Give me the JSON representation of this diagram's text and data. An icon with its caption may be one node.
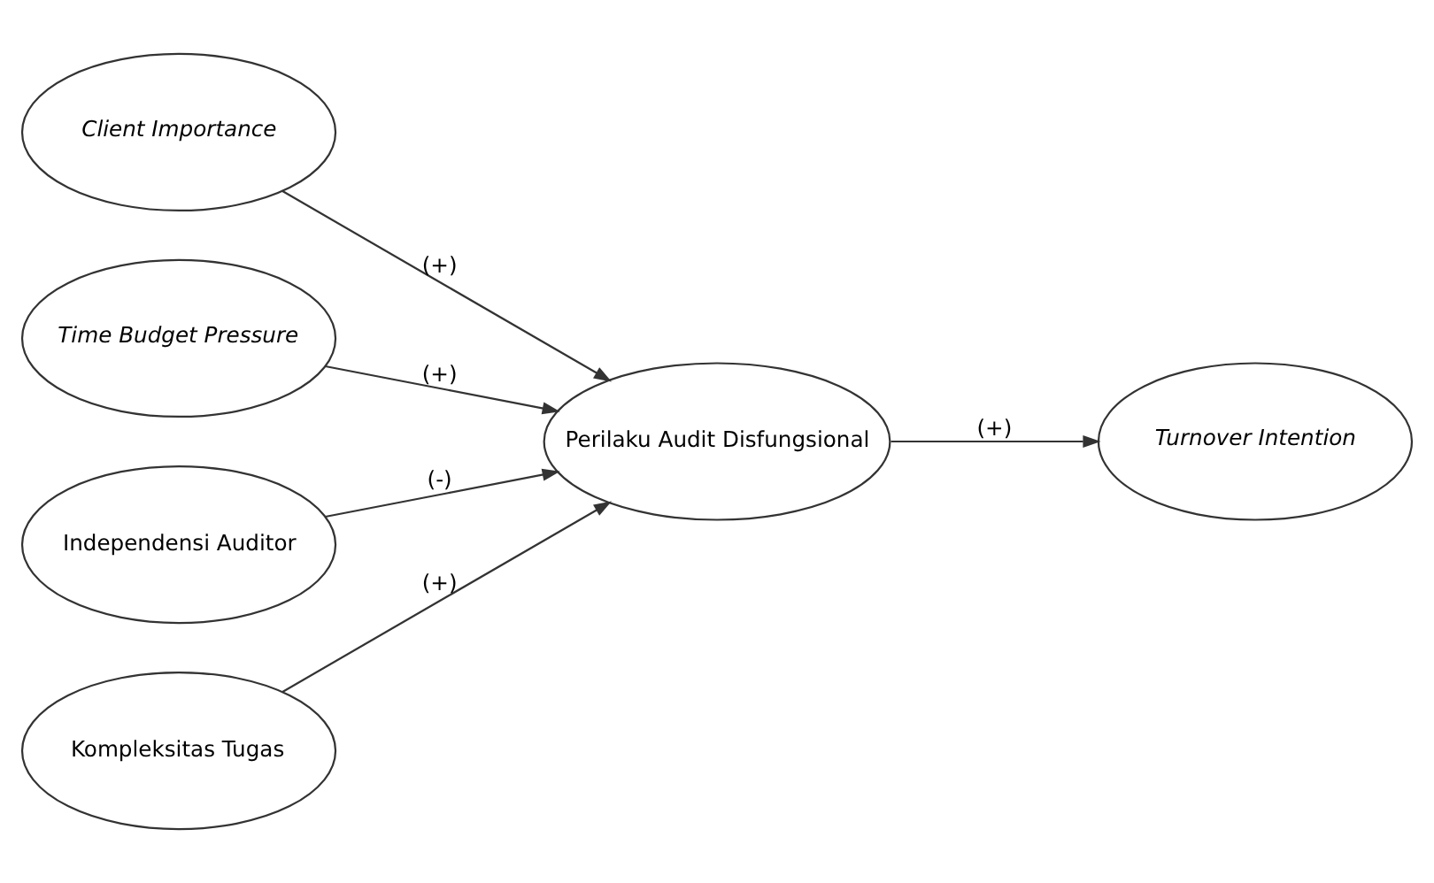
{
  "diagram": {
    "nodes": [
      {
        "text": [
          "Client Importance"
        ]
      },
      {
        "text": [
          "Time Budget Pressure"
        ]
      },
      {
        "text": [
          "Independensi Auditor"
        ]
      },
      {
        "text": [
          "Kompleksitas Tugas"
        ]
      },
      {
        "text": [
          "Perilaku Audit Disfungsional"
        ]
      },
      {
        "text": [
          "Turnover Intention"
        ]
      }
    ],
    "edges": [
      {
        "from": 0,
        "to": 4,
        "arrow": "to",
        "label": "(+)"
      },
      {
        "from": 1,
        "to": 4,
        "arrow": "to",
        "label": "(+)"
      },
      {
        "from": 2,
        "to": 4,
        "arrow": "to",
        "label": "(-)"
      },
      {
        "from": 3,
        "to": 4,
        "arrow": "to",
        "label": "(+)"
      },
      {
        "from": 4,
        "to": 5,
        "arrow": "to",
        "label": "(+)"
      }
    ]
  }
}
